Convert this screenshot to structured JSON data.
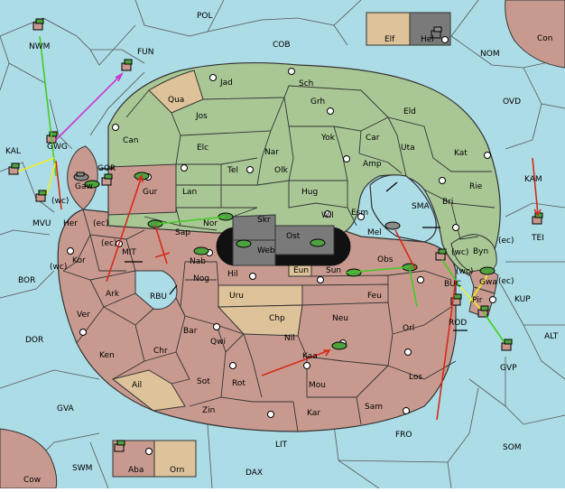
{
  "colors": {
    "sea": "#acdce6",
    "player_green": "#a9c795",
    "player_red": "#c89a8f",
    "neutral": "#dec39a",
    "impassable": "#7a7a7a",
    "unit_green": "#4fa240",
    "unit_gray": "#8a8a8a",
    "move_red": "#d42a1a",
    "move_green": "#44cc22",
    "move_magenta": "#cc33cc",
    "move_yellow": "#eeee22"
  },
  "seas": {
    "pol": "POL",
    "nwm": "NWM",
    "fun": "FUN",
    "cob": "COB",
    "nom": "NOM",
    "ovd": "OVD",
    "kal": "KAL",
    "gor": "GOR",
    "kam": "KAM",
    "tei": "TEI",
    "sma": "SMA",
    "mvu": "MVU",
    "wc_mvu": "(wc)",
    "mit": "MIT",
    "bor": "BOR",
    "rbu": "RBU",
    "dor": "DOR",
    "kup": "KUP",
    "alt": "ALT",
    "buc": "BUC",
    "rod": "ROD",
    "gvp": "GVP",
    "gva": "GVA",
    "fro": "FRO",
    "som": "SOM",
    "lit": "LIT",
    "swm": "SWM",
    "dax": "DAX"
  },
  "provinces_green": {
    "jad": "Jad",
    "sch": "Sch",
    "qua": "Qua",
    "jos": "Jos",
    "grh": "Grh",
    "eld": "Eld",
    "can": "Can",
    "yok": "Yok",
    "car": "Car",
    "uta": "Uta",
    "elc": "Elc",
    "nar": "Nar",
    "kat": "Kat",
    "tel": "Tel",
    "olk": "Olk",
    "amp": "Amp",
    "lan": "Lan",
    "hug": "Hug",
    "rie": "Rie",
    "bri": "Bri",
    "wil": "Wil",
    "esm": "Esm",
    "nor": "Nor",
    "sap": "Sap",
    "skr": "Skr",
    "ost": "Ost",
    "web": "Web",
    "mel": "Mel",
    "byn": "Byn",
    "ec_byn": "(ec)"
  },
  "provinces_red": {
    "gaw": "Gaw",
    "gur": "Gur",
    "her": "Her",
    "ec_her": "(ec)",
    "kor": "Kor",
    "ec_kor": "(ec)",
    "wc_kor": "(wc)",
    "nab": "Nab",
    "hil": "Hil",
    "nog": "Nog",
    "ark": "Ark",
    "ver": "Ver",
    "sun": "Sun",
    "obs": "Obs",
    "feu": "Feu",
    "uru": "Uru",
    "chp": "Chp",
    "neu": "Neu",
    "eun": "Eun",
    "bar": "Bar",
    "qwi": "Qwi",
    "nil": "Nil",
    "ken": "Ken",
    "chr": "Chr",
    "orl": "Orl",
    "kaa": "Kaa",
    "ail": "Ail",
    "sot": "Sot",
    "rot": "Rot",
    "mou": "Mou",
    "los": "Los",
    "zin": "Zin",
    "kar": "Kar",
    "sam": "Sam",
    "gwa": "Gwa",
    "ec_gwa": "(ec)",
    "pir": "Pir",
    "wc_buc": "(wc)",
    "wc_buc2": "(wc)"
  },
  "provinces_other": {
    "con": "Con",
    "cow": "Cow",
    "elf": "Elf",
    "hel": "Hel",
    "aba": "Aba",
    "orn": "Orn"
  }
}
